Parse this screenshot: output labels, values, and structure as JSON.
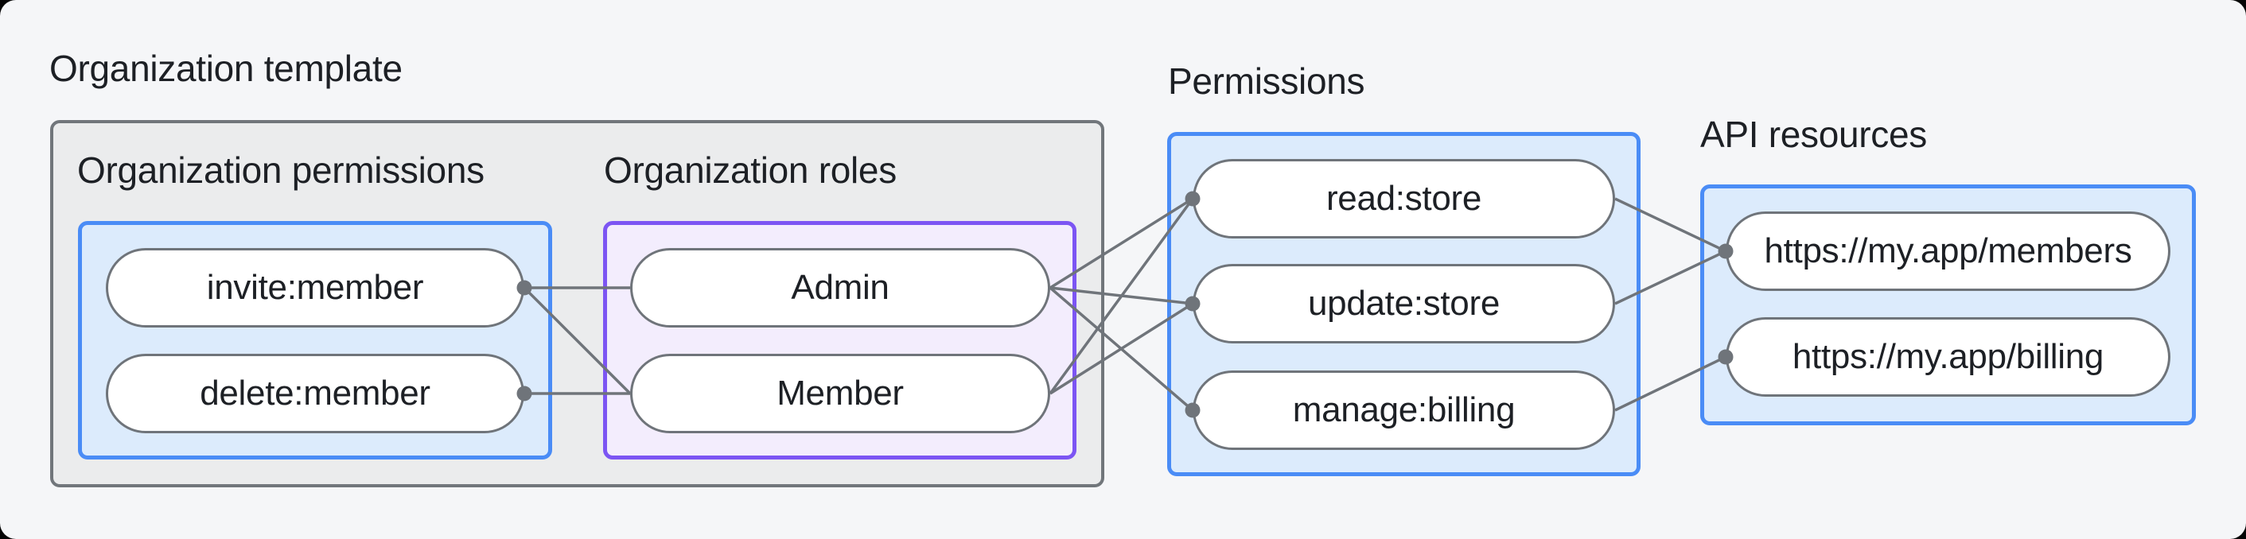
{
  "labels": {
    "organization_template": "Organization template",
    "organization_permissions": "Organization permissions",
    "organization_roles": "Organization roles",
    "permissions": "Permissions",
    "api_resources": "API resources"
  },
  "nodes": {
    "invite": "invite:member",
    "delete": "delete:member",
    "admin": "Admin",
    "member": "Member",
    "read": "read:store",
    "update": "update:store",
    "manage": "manage:billing",
    "members_url": "https://my.app/members",
    "billing_url": "https://my.app/billing"
  },
  "edges": [
    {
      "from": "invite:member",
      "to": "Admin"
    },
    {
      "from": "invite:member",
      "to": "Member"
    },
    {
      "from": "delete:member",
      "to": "Member"
    },
    {
      "from": "Admin",
      "to": "read:store"
    },
    {
      "from": "Admin",
      "to": "update:store"
    },
    {
      "from": "Admin",
      "to": "manage:billing"
    },
    {
      "from": "Member",
      "to": "read:store"
    },
    {
      "from": "Member",
      "to": "update:store"
    },
    {
      "from": "read:store",
      "to": "https://my.app/members"
    },
    {
      "from": "update:store",
      "to": "https://my.app/members"
    },
    {
      "from": "manage:billing",
      "to": "https://my.app/billing"
    }
  ],
  "colors": {
    "canvas_background": "#f5f6f8",
    "outside_background": "#050505",
    "group_fill": "#ebeced",
    "group_border": "#71767b",
    "blue_fill": "#dcebfc",
    "blue_border": "#4a8cf6",
    "purple_fill": "#f3edfd",
    "purple_border": "#7c55f3",
    "node_fill": "#ffffff",
    "node_border": "#6f747a",
    "wire": "#6f747a",
    "text": "#1d2025"
  }
}
